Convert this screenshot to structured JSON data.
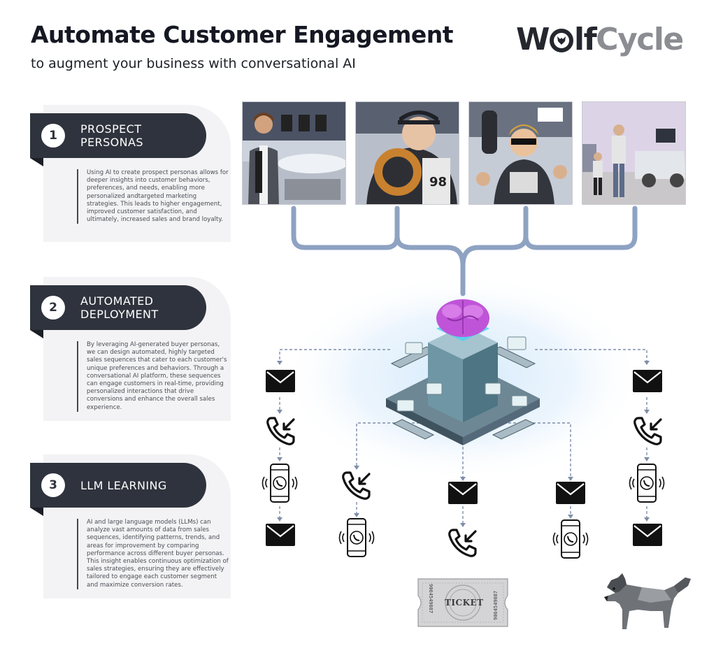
{
  "header": {
    "title": "Automate Customer Engagement",
    "subtitle": "to augment your business with conversational AI"
  },
  "logo": {
    "part1": "W",
    "part2": "lf",
    "part3": "Cycle",
    "icon": "wolf-head-icon"
  },
  "steps": [
    {
      "number": "1",
      "label_line1": "PROSPECT",
      "label_line2": "PERSONAS",
      "description": "Using AI to create prospect personas allows for deeper insights into customer behaviors, preferences, and needs, enabling more personalized andtargeted marketing strategies. This leads to higher engagement, improved customer satisfaction, and ultimately, increased sales and brand loyalty."
    },
    {
      "number": "2",
      "label_line1": "AUTOMATED",
      "label_line2": "DEPLOYMENT",
      "description": "By leveraging AI-generated buyer personas, we can design automated, highly targeted sales sequences that cater to each customer's unique preferences and behaviors. Through a conversational AI platform, these sequences can engage customers in real-time, providing personalized interactions that drive conversions and enhance the overall sales experience."
    },
    {
      "number": "3",
      "label_line1": "LLM LEARNING",
      "label_line2": "",
      "description": "AI and large language models (LLMs) can analyze vast amounts of data from sales sequences, identifying patterns, trends, and areas for improvement by comparing performance across different buyer personas. This insight enables continuous optimization of sales strategies, ensuring they are effectively tailored to engage each customer segment and maximize conversion rates."
    }
  ],
  "personas": [
    {
      "icon": "businessman-persona-image"
    },
    {
      "icon": "grandma-fan-persona-image"
    },
    {
      "icon": "young-fan-persona-image"
    },
    {
      "icon": "family-tailgate-persona-image"
    }
  ],
  "ticket": {
    "label": "TICKET",
    "serial": "9064549087"
  },
  "colors": {
    "dark": "#2f333d",
    "connector": "#8ea2c2",
    "dashed": "#7e8ea8",
    "brain": "#c054d8",
    "accent_glow": "#e3f1fc"
  }
}
